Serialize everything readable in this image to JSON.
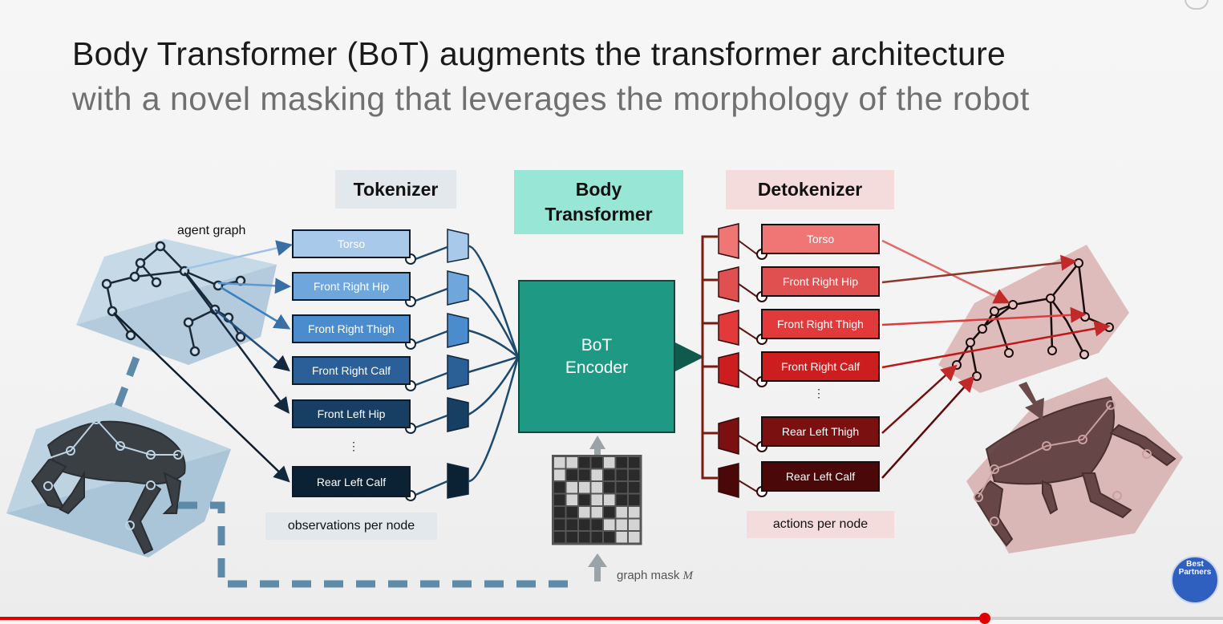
{
  "slide": {
    "title": "Body Transformer (BoT) augments the transformer architecture",
    "subtitle": "with a novel masking that leverages the morphology of the robot"
  },
  "diagram": {
    "agent_graph_label": "agent graph",
    "tokenizer_header": "Tokenizer",
    "body_transformer_header": "Body Transformer",
    "detokenizer_header": "Detokenizer",
    "encoder_line1": "BoT",
    "encoder_line2": "Encoder",
    "observation_nodes": [
      "Torso",
      "Front Right Hip",
      "Front Right Thigh",
      "Front Right Calf",
      "Front Left Hip",
      "Rear Left Calf"
    ],
    "action_nodes": [
      "Torso",
      "Front Right Hip",
      "Front Right Thigh",
      "Front Right Calf",
      "Rear Left Thigh",
      "Rear Left Calf"
    ],
    "ellipsis": "⋮",
    "observations_caption": "observations per node",
    "actions_caption": "actions per node",
    "graph_mask_label": "graph mask",
    "graph_mask_symbol": "M",
    "colors": {
      "obs_fills": [
        "#a9c9ea",
        "#6fa6dc",
        "#4a8ccd",
        "#2a5f97",
        "#163f63",
        "#0b2235"
      ],
      "act_fills": [
        "#f07676",
        "#e05050",
        "#e23a3a",
        "#cc1e1e",
        "#7a1010",
        "#4a0808"
      ],
      "encoder": "#1e9a84",
      "tokenizer_header_bg": "#e3e8ec",
      "body_transformer_header_bg": "#97e6d6",
      "detokenizer_header_bg": "#f4dcdc"
    }
  },
  "video": {
    "progress_fraction": 0.805,
    "channel_logo_text": "Best Partners"
  }
}
